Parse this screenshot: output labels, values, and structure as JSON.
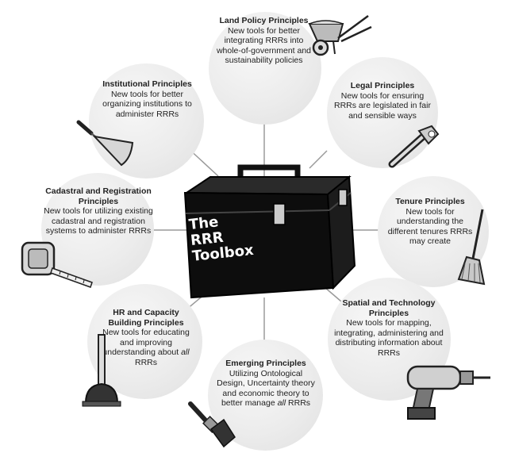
{
  "toolbox": {
    "line1": "The",
    "line2": "RRR",
    "line3": "Toolbox"
  },
  "principles": {
    "land_policy": {
      "title": "Land Policy Principles",
      "desc": "New tools for better integrating RRRs into whole-of-government and sustainability policies",
      "tool": "wheelbarrow-icon"
    },
    "institutional": {
      "title": "Institutional Principles",
      "desc": "New tools for better organizing institutions to administer RRRs",
      "tool": "trowel-icon"
    },
    "legal": {
      "title": "Legal Principles",
      "desc": "New tools for ensuring RRRs are legislated in fair and sensible ways",
      "tool": "wrench-icon"
    },
    "cadastral": {
      "title": "Cadastral and Registration Principles",
      "desc": "New tools for utilizing existing cadastral and registration systems to administer RRRs",
      "tool": "tape-measure-icon"
    },
    "tenure": {
      "title": "Tenure Principles",
      "desc": "New tools for understanding the different tenures RRRs may create",
      "tool": "broom-icon"
    },
    "hr": {
      "title": "HR and Capacity Building Principles",
      "desc_pre": "New tools for educating and improving understanding about ",
      "desc_em": "all",
      "desc_post": " RRRs",
      "tool": "plunger-icon"
    },
    "spatial": {
      "title": "Spatial and Technology Principles",
      "desc": "New tools for mapping, integrating, administering and distributing information about RRRs",
      "tool": "drill-icon"
    },
    "emerging": {
      "title": "Emerging Principles",
      "desc_pre": "Utilizing Ontological Design, Uncertainty theory and economic theory to better manage ",
      "desc_em": "all",
      "desc_post": " RRRs",
      "tool": "paintbrush-icon"
    }
  }
}
